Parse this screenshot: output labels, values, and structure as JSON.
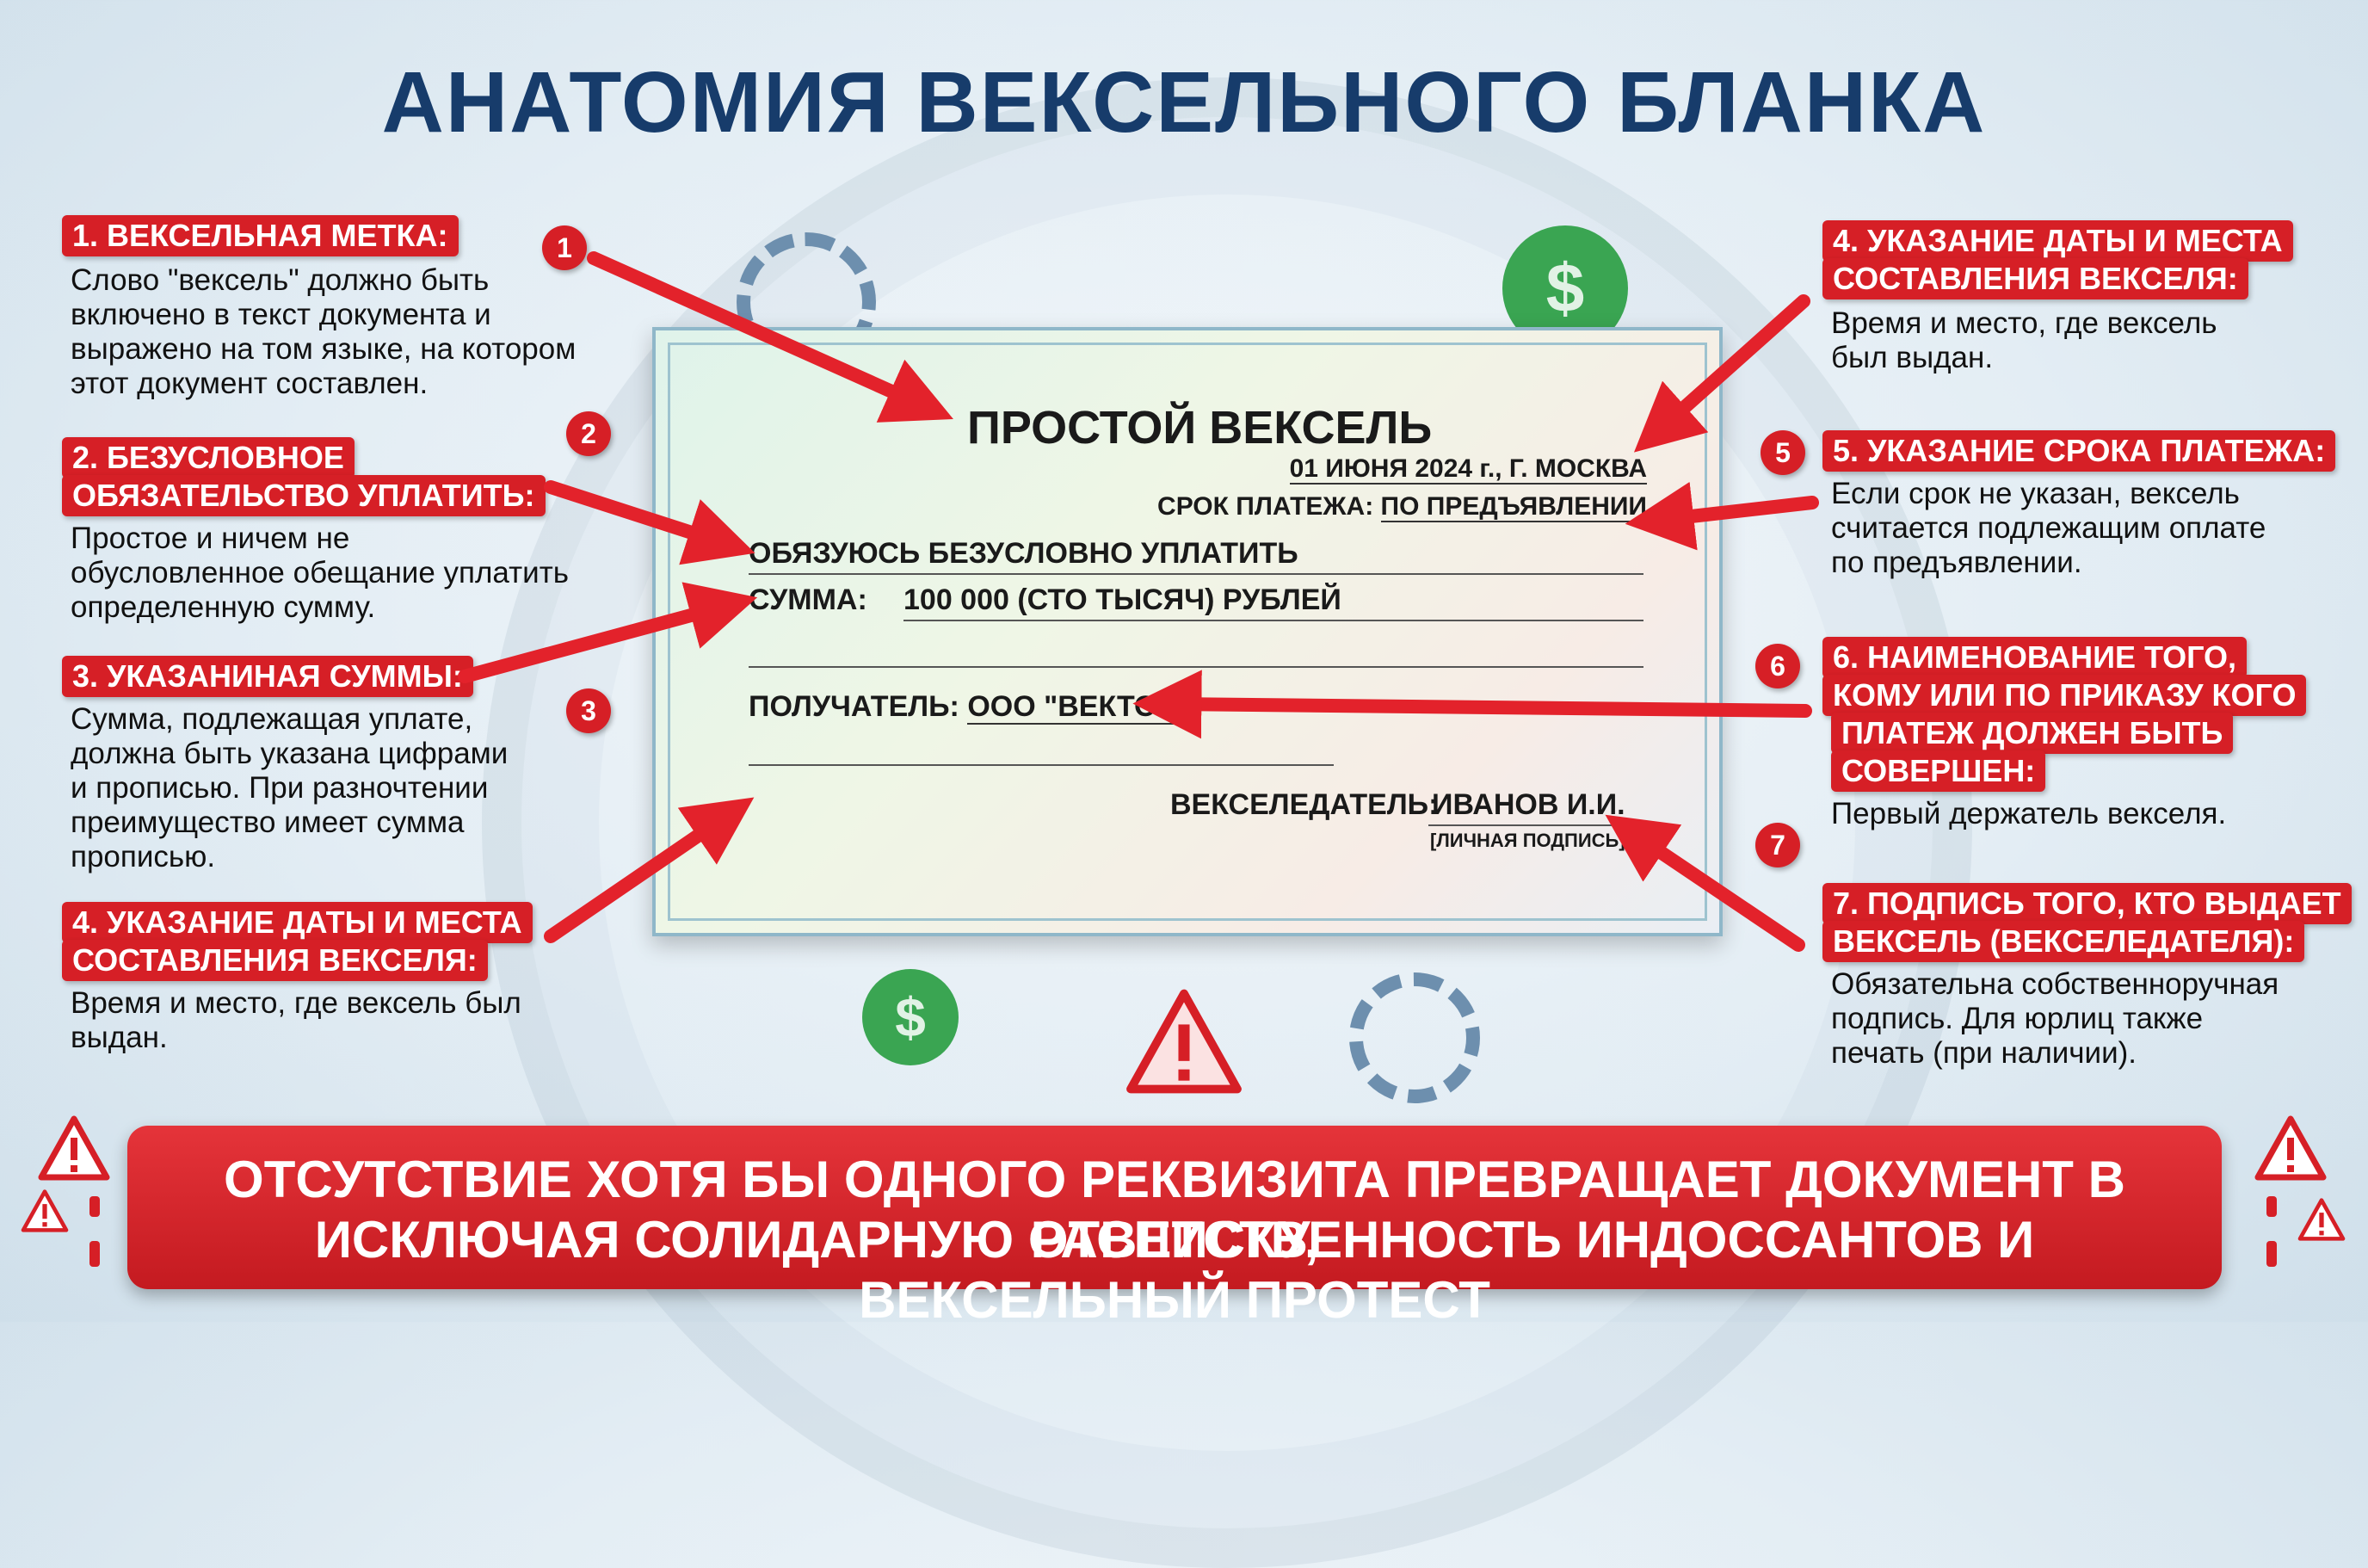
{
  "title": "АНАТОМИЯ ВЕКСЕЛЬНОГО БЛАНКА",
  "callouts": [
    {
      "tag": "1. ВЕКСЕЛЬНАЯ МЕТКА:",
      "text": "Слово \"вексель\" должно быть\nвключено в текст документа и\nвыражено на том языке, на котором\nэтот документ составлен."
    },
    {
      "tag1": "2. БЕЗУСЛОВНОЕ",
      "tag2": "ОБЯЗАТЕЛЬСТВО УПЛАТИТЬ:",
      "text": "Простое и ничем не\nобусловленное обещание уплатить\nопределенную сумму."
    },
    {
      "tag": "3. УКАЗАНИНАЯ СУММЫ:",
      "text": "Сумма, подлежащая уплате,\nдолжна быть указана цифрами\nи прописью. При разночтении\nпреимущество имеет сумма\nпрописью."
    },
    {
      "tag1": "4. УКАЗАНИЕ ДАТЫ И МЕСТА",
      "tag2": "СОСТАВЛЕНИЯ ВЕКСЕЛЯ:",
      "text": "Время и место, где вексель был\nвыдан."
    },
    {
      "tag1": "4. УКАЗАНИЕ ДАТЫ И МЕСТА",
      "tag2": "СОСТАВЛЕНИЯ ВЕКСЕЛЯ:",
      "text": "Время и место, где вексель\nбыл выдан."
    },
    {
      "tag": "5. УКАЗАНИЕ СРОКА ПЛАТЕЖА:",
      "text": "Если срок не указан, вексель\nсчитается подлежащим оплате\nпо предъявлении."
    },
    {
      "tag1": "6. НАИМЕНОВАНИЕ ТОГО,",
      "tag2": "КОМУ ИЛИ ПО ПРИКАЗУ КОГО",
      "tag3": "ПЛАТЕЖ ДОЛЖЕН БЫТЬ",
      "tag4": "СОВЕРШЕН:",
      "text": "Первый держатель векселя."
    },
    {
      "tag1": "7. ПОДПИСЬ ТОГО, КТО ВЫДАЕТ",
      "tag2": "ВЕКСЕЛЬ (ВЕКСЕЛЕДАТЕЛЯ):",
      "text": "Обязательна собственноручная\nподпись. Для юрлиц также\nпечать (при наличии)."
    }
  ],
  "badges": [
    "1",
    "2",
    "3",
    "5",
    "6",
    "7"
  ],
  "note": {
    "heading": "ПРОСТОЙ ВЕКСЕЛЬ",
    "date_place": "01 ИЮНЯ 2024 г., Г. МОСКВА",
    "term_label": "СРОК ПЛАТЕЖА:",
    "term_value": "ПО ПРЕДЪЯВЛЕНИИ",
    "obligation": "ОБЯЗУЮСЬ БЕЗУСЛОВНО УПЛАТИТЬ",
    "sum_label": "СУММА:",
    "sum_value": "100 000 (СТО ТЫСЯЧ) РУБЛЕЙ",
    "payee_label": "ПОЛУЧАТЕЛЬ:",
    "payee_value": "ООО \"ВЕКТОР\"",
    "drawer_label": "ВЕКСЕЛЕДАТЕЛЬ:",
    "drawer_value": "ИВАНОВ И.И.",
    "signature_caption": "[ЛИЧНАЯ ПОДПИСЬ]"
  },
  "banner": {
    "line1": "ОТСУТСТВИЕ ХОТЯ БЫ ОДНОГО РЕКВИЗИТА ПРЕВРАЩАЕТ ДОКУМЕНТ В РАСПИСКУ,",
    "line2": "ИСКЛЮЧАЯ СОЛИДАРНУЮ ОТВЕТСТВЕННОСТЬ ИНДОССАНТОВ И ВЕКСЕЛЬНЫЙ ПРОТЕСТ"
  },
  "colors": {
    "accent_red": "#d61f26",
    "title_blue": "#173c6b"
  }
}
